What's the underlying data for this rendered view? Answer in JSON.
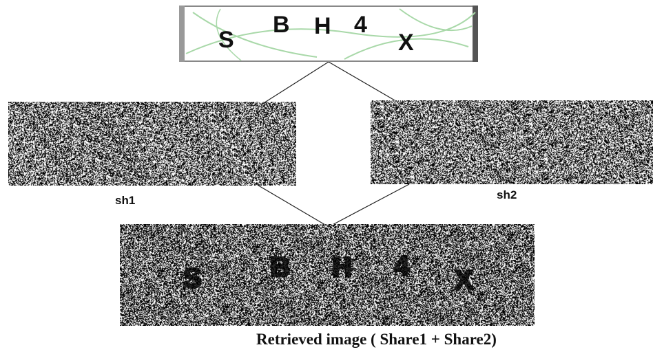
{
  "original_image": {
    "characters": [
      "S",
      "B",
      "H",
      "4",
      "X"
    ],
    "frame_color": "#555555",
    "background_color": "#ffffff",
    "line_color": "#9fd59f",
    "text_color": "#111111"
  },
  "shares": [
    {
      "label": "sh1"
    },
    {
      "label": "sh2"
    }
  ],
  "retrieved": {
    "characters": [
      "S",
      "B",
      "H",
      "4",
      "X"
    ],
    "caption": "Retrieved image ( Share1 + Share2)"
  },
  "colors": {
    "connector": "#222222",
    "noise_dark": "#000000",
    "noise_light": "#ffffff"
  }
}
